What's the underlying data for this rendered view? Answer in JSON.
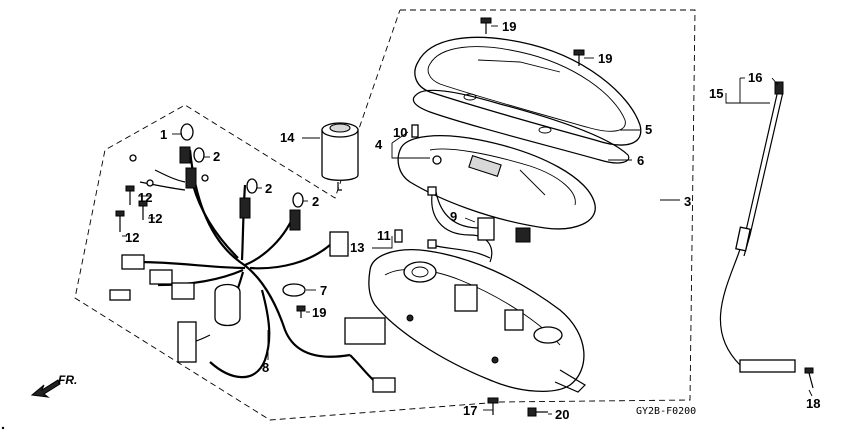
{
  "diagram_code": "GY2B-F0200",
  "direction_label": "FR.",
  "callouts": [
    {
      "id": "c1",
      "label": "1"
    },
    {
      "id": "c2a",
      "label": "2"
    },
    {
      "id": "c2b",
      "label": "2"
    },
    {
      "id": "c2c",
      "label": "2"
    },
    {
      "id": "c3",
      "label": "3"
    },
    {
      "id": "c4",
      "label": "4"
    },
    {
      "id": "c5",
      "label": "5"
    },
    {
      "id": "c6",
      "label": "6"
    },
    {
      "id": "c7",
      "label": "7"
    },
    {
      "id": "c8",
      "label": "8"
    },
    {
      "id": "c9",
      "label": "9"
    },
    {
      "id": "c10",
      "label": "10"
    },
    {
      "id": "c11",
      "label": "11"
    },
    {
      "id": "c12a",
      "label": "12"
    },
    {
      "id": "c12b",
      "label": "12"
    },
    {
      "id": "c12c",
      "label": "12"
    },
    {
      "id": "c13",
      "label": "13"
    },
    {
      "id": "c14",
      "label": "14"
    },
    {
      "id": "c15",
      "label": "15"
    },
    {
      "id": "c16",
      "label": "16"
    },
    {
      "id": "c17",
      "label": "17"
    },
    {
      "id": "c18",
      "label": "18"
    },
    {
      "id": "c19a",
      "label": "19"
    },
    {
      "id": "c19b",
      "label": "19"
    },
    {
      "id": "c19c",
      "label": "19"
    },
    {
      "id": "c20",
      "label": "20"
    }
  ]
}
